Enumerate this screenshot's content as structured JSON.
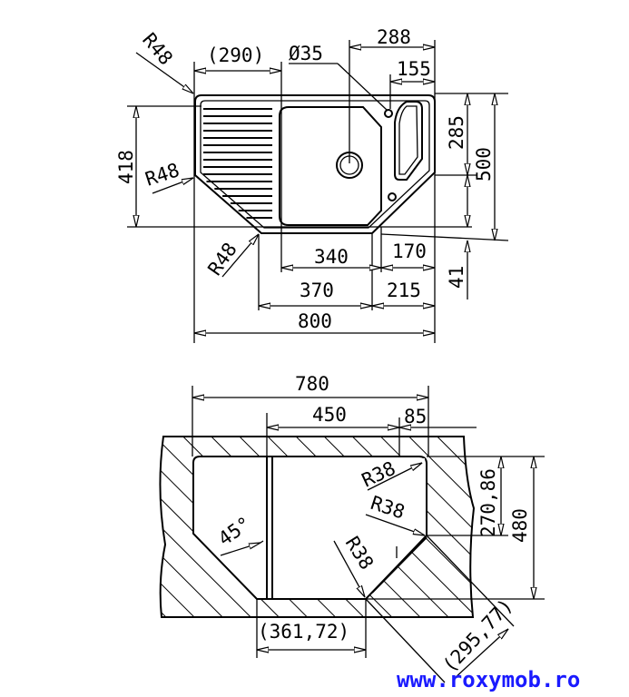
{
  "top_view": {
    "dims": {
      "d290": "(290)",
      "d288": "288",
      "d155": "155",
      "dia35": "Ø35",
      "d418": "418",
      "d500": "500",
      "d285": "285",
      "d41": "41",
      "d340": "340",
      "d170": "170",
      "d370": "370",
      "d215": "215",
      "d800": "800",
      "r1": "R48",
      "r2": "R48",
      "r3": "R48"
    }
  },
  "cutout_view": {
    "dims": {
      "d780": "780",
      "d450": "450",
      "d85": "85",
      "d480": "480",
      "d270": "270,86",
      "d361": "(361,72)",
      "d295": "(295,77)",
      "angle": "45°",
      "r1": "R38",
      "r2": "R38",
      "r3": "R38"
    }
  },
  "watermark": "www.roxymob.ro",
  "colors": {
    "line": "#000000",
    "watermark": "#1a1aff"
  }
}
